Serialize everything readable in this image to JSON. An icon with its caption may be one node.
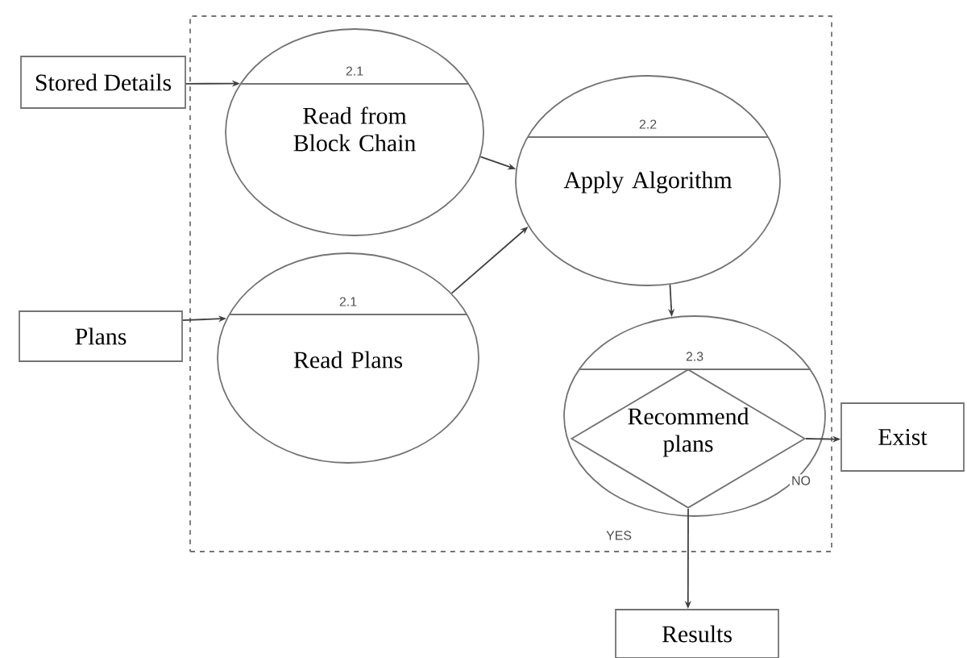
{
  "diagram": {
    "nodes": [
      {
        "text": [],
        "shape": "box"
      },
      {
        "text": [
          "Stored Details"
        ]
      },
      {
        "text": [
          "2.1",
          "Read from Block Chain"
        ],
        "in": 0
      },
      {
        "text": [
          "2.2",
          "Apply Algorithm"
        ],
        "in": 0
      },
      {
        "text": [
          "Plans"
        ]
      },
      {
        "text": [
          "2.1",
          "Read Plans"
        ],
        "in": 0
      },
      {
        "text": [
          "2.3"
        ],
        "in": 0
      },
      {
        "text": [
          "Recommend plans"
        ],
        "in": 6
      },
      {
        "text": [
          "Exist"
        ]
      },
      {
        "text": [
          "Results"
        ]
      }
    ],
    "edges": [
      {
        "from": 1,
        "to": 2,
        "arrow": "to"
      },
      {
        "from": 4,
        "to": 5,
        "arrow": "to"
      },
      {
        "from": 2,
        "to": 3,
        "arrow": "to"
      },
      {
        "from": 5,
        "to": 3,
        "arrow": "to"
      },
      {
        "from": 3,
        "to": 6,
        "arrow": "to"
      },
      {
        "from": 7,
        "to": 8,
        "arrow": "to",
        "label": "NO"
      },
      {
        "from": 7,
        "to": 9,
        "arrow": "to",
        "label": "YES"
      }
    ]
  }
}
